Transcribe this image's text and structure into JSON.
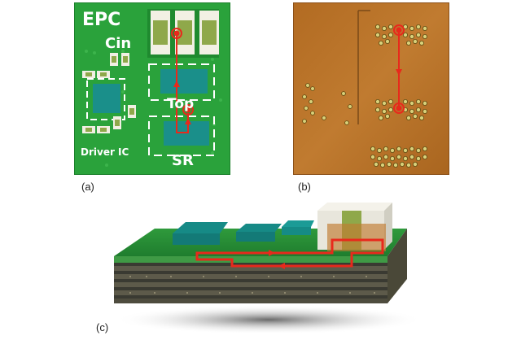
{
  "panel_a": {
    "caption": "(a)",
    "label_brand": "EPC",
    "label_cin": "Cin",
    "label_top": "Top",
    "label_sr": "SR",
    "label_driver": "Driver IC"
  },
  "panel_b": {
    "caption": "(b)"
  },
  "panel_c": {
    "caption": "(c)"
  },
  "colors": {
    "pcb_green": "#27a03a",
    "pcb_green_dark": "#16782a",
    "copper": "#b9742a",
    "teal_chip": "#1a8f8a",
    "capacitor_green": "#8fa84a",
    "loop_red": "#e8291c"
  }
}
